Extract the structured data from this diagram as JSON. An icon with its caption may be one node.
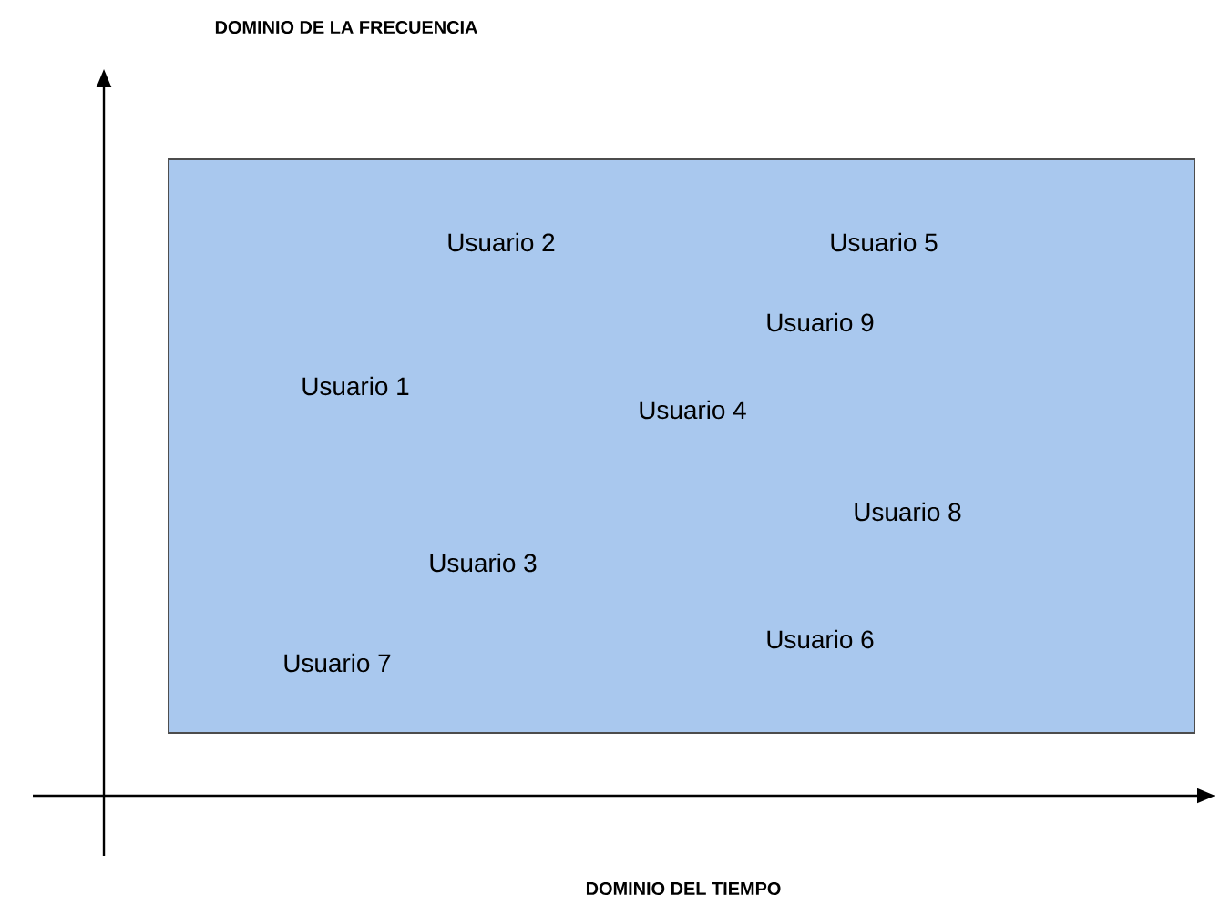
{
  "diagram": {
    "nodes": [
      {
        "text": [
          "Usuario 2",
          "Usuario 5",
          "Usuario 9",
          "Usuario 1",
          "Usuario 4",
          "Usuario 8",
          "Usuario 3",
          "Usuario 6",
          "Usuario 7"
        ]
      }
    ],
    "labels": [
      "DOMINIO DE LA FRECUENCIA",
      "DOMINIO DEL TIEMPO"
    ]
  }
}
